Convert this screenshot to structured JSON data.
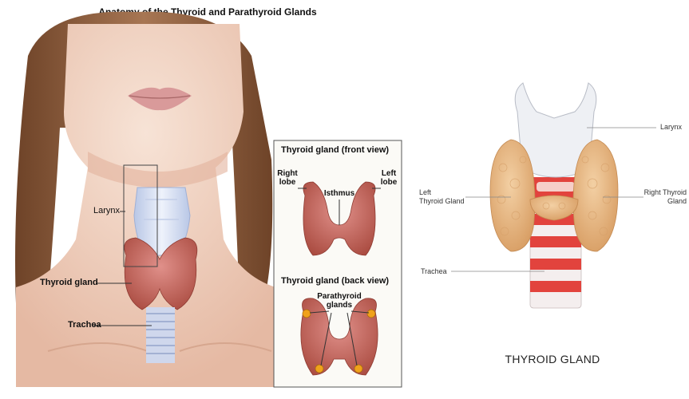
{
  "title": "Anatomy of the Thyroid and Parathyroid Glands",
  "left_figure": {
    "labels": {
      "larynx": "Larynx",
      "thyroid_gland": "Thyroid gland",
      "trachea": "Trachea"
    }
  },
  "inset": {
    "front_title": "Thyroid gland (front view)",
    "back_title": "Thyroid gland (back view)",
    "right_lobe_1": "Right",
    "right_lobe_2": "lobe",
    "left_lobe_1": "Left",
    "left_lobe_2": "lobe",
    "isthmus": "Isthmus",
    "parathyroid_1": "Parathyroid",
    "parathyroid_2": "glands"
  },
  "right_figure": {
    "labels": {
      "larynx": "Larynx",
      "left_thyroid_1": "Left",
      "left_thyroid_2": "Thyroid Gland",
      "right_thyroid_1": "Right Thyroid",
      "right_thyroid_2": "Gland",
      "trachea": "Trachea"
    },
    "caption": "THYROID GLAND"
  },
  "colors": {
    "skin": "#f2d2c0",
    "hair": "#8a5a3c",
    "thyroid": "#c46a5a",
    "gland_right_panel": "#e7b57e",
    "trachea_red": "#e2433d",
    "parathyroid": "#f0a21b"
  }
}
